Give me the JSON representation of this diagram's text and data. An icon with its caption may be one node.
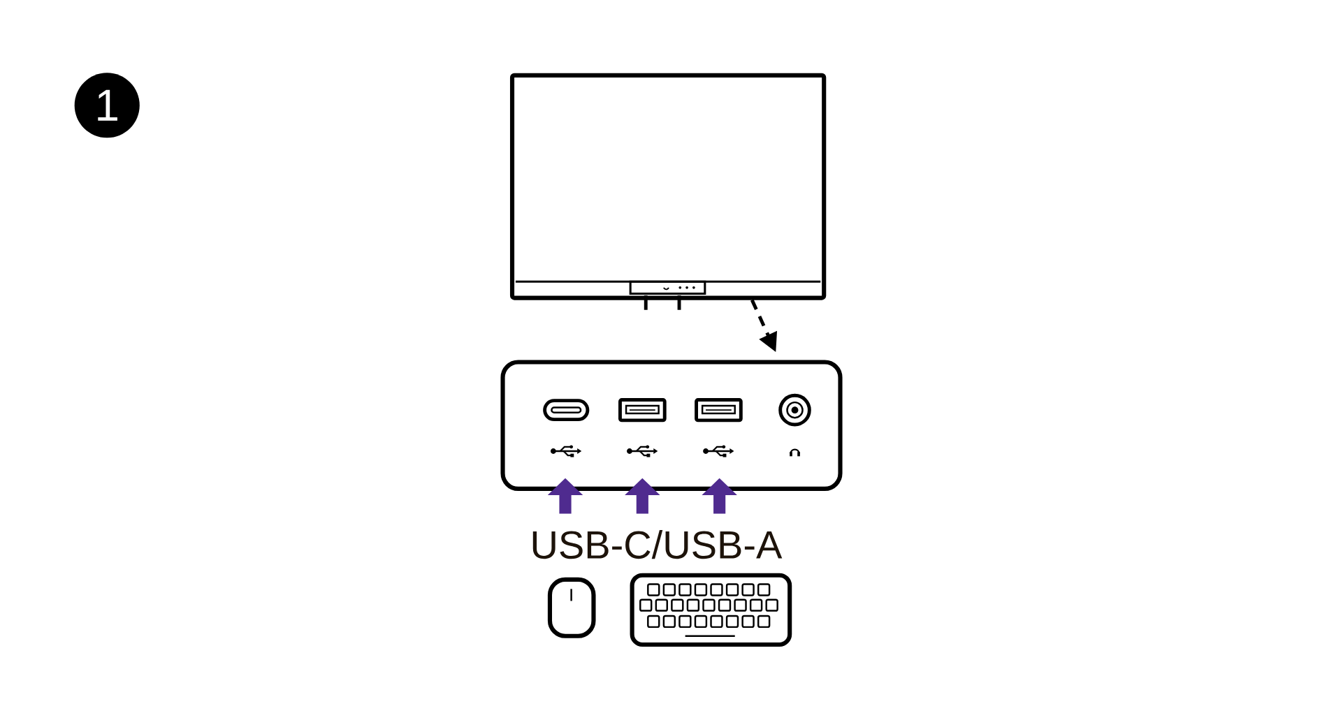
{
  "diagram": {
    "nodes": [
      {
        "text": [
          "1"
        ]
      },
      {
        "text": [],
        "shape": "picture"
      },
      {
        "text": [],
        "shape": "box"
      },
      {
        "text": [],
        "shape": "box",
        "in": 2
      },
      {
        "text": [],
        "shape": "box",
        "in": 2
      },
      {
        "text": [],
        "shape": "box",
        "in": 2
      },
      {
        "text": [],
        "shape": "circle",
        "in": 2
      },
      {
        "text": [
          "USB-C/USB-A"
        ]
      }
    ],
    "edges": [
      {
        "from": 1,
        "to": 2,
        "arrow": "to",
        "style": "dashed",
        "color": "#000000"
      },
      {
        "from": 7,
        "to": 2,
        "arrow": "to"
      },
      {
        "from": 7,
        "to": 2,
        "arrow": "to"
      },
      {
        "from": 7,
        "to": 2,
        "arrow": "to"
      }
    ]
  }
}
